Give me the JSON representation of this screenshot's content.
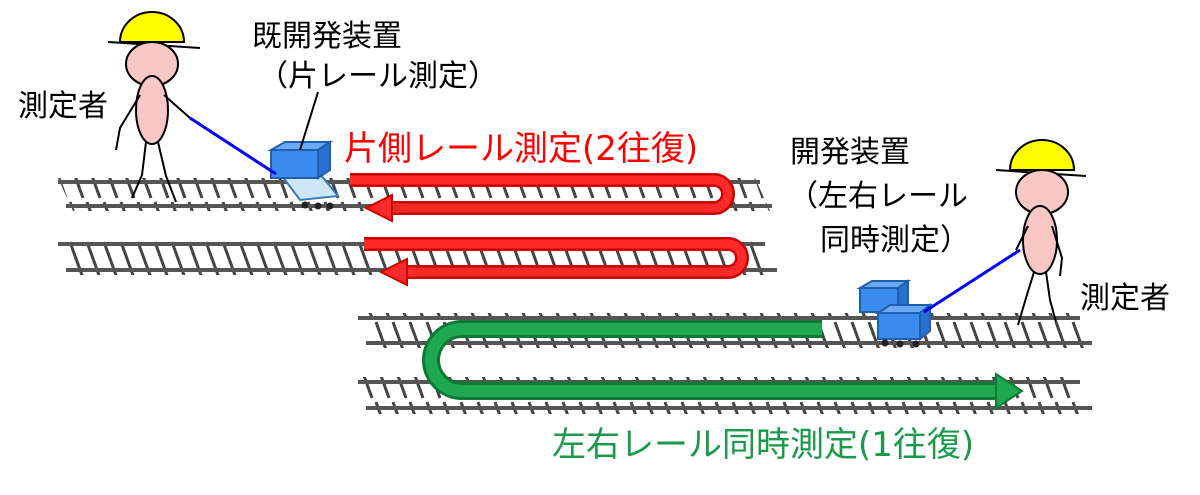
{
  "labels": {
    "operator_left": "測定者",
    "operator_right": "測定者",
    "existing_device_line1": "既開発装置",
    "existing_device_line2": "（片レール測定）",
    "new_device_line1": "開発装置",
    "new_device_line2": "（左右レール",
    "new_device_line3": "同時測定）",
    "one_side_measure": "片側レール測定(2往復)",
    "both_sides_measure": "左右レール同時測定(1往復)"
  },
  "colors": {
    "one_side_arrow": "#ff0000",
    "both_sides_arrow": "#1a9a4a",
    "helmet": "#ffff00",
    "skin": "#f9c8c4",
    "device": "#3c8cf0",
    "handle": "#0000ff",
    "track": "#333333"
  }
}
